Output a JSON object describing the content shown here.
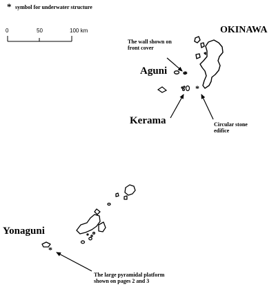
{
  "legend": {
    "symbol": "*",
    "text": "symbol for underwater structure"
  },
  "scale": {
    "ticks": [
      "0",
      "50",
      "100 km"
    ]
  },
  "labels": {
    "okinawa": "OKINAWA",
    "aguni": "Aguni",
    "kerama": "Kerama",
    "yonaguni": "Yonaguni"
  },
  "annotations": {
    "wall": [
      "The wall shown on",
      "front cover"
    ],
    "circular": [
      "Circular stone",
      "edifice"
    ],
    "pyramid": [
      "The large pyramidal platform",
      "shown on pages 2 and 3"
    ]
  },
  "markers": {
    "wall": "*",
    "circular": "*",
    "pyramid": "*"
  },
  "colors": {
    "ink": "#000000",
    "background": "#ffffff"
  }
}
